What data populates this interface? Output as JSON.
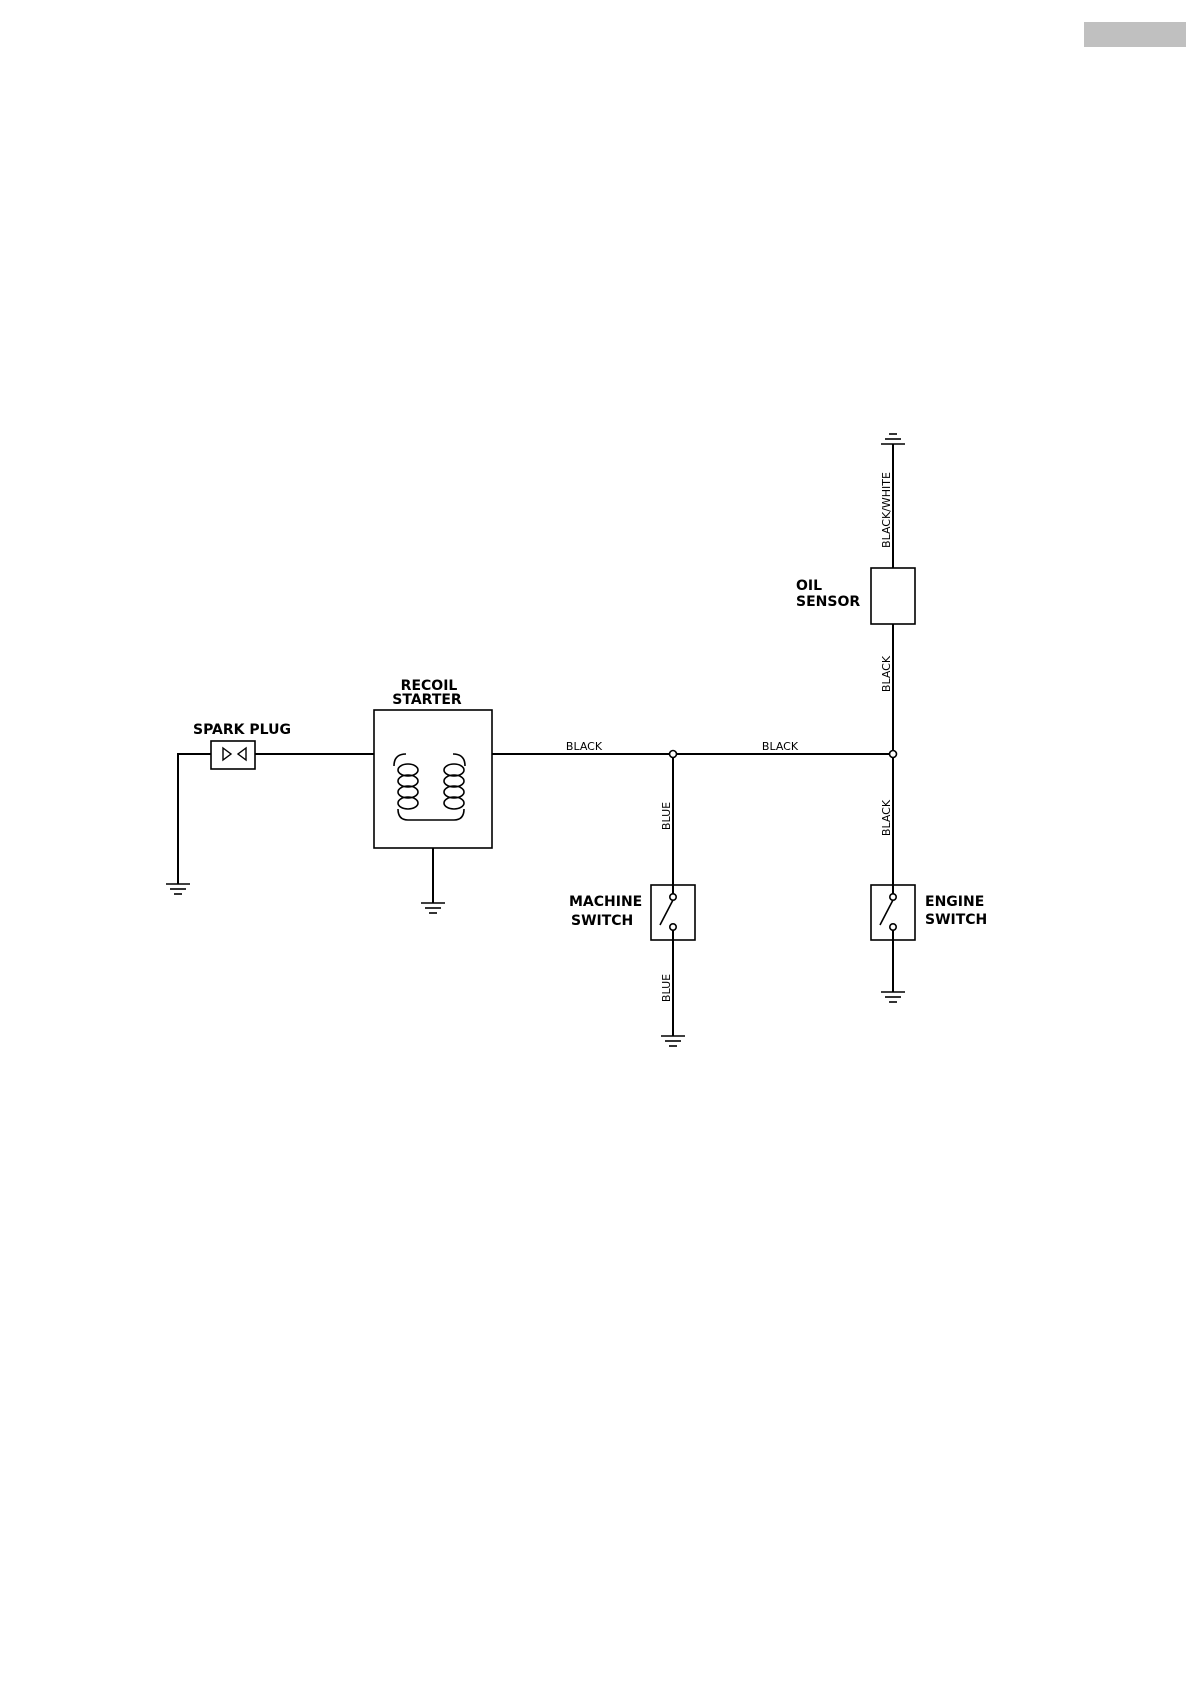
{
  "labels": {
    "spark_plug": "SPARK PLUG",
    "recoil_line1": "RECOIL",
    "recoil_line2": "STARTER",
    "oil_line1": "OIL",
    "oil_line2": "SENSOR",
    "machine_line1": "MACHINE",
    "machine_line2": "SWITCH",
    "engine_line1": "ENGINE",
    "engine_line2": "SWITCH"
  },
  "wires": {
    "black_left": "BLACK",
    "black_right": "BLACK",
    "black_white": "BLACK/WHITE",
    "black_oil": "BLACK",
    "black_engine": "BLACK",
    "blue_top": "BLUE",
    "blue_bottom": "BLUE"
  },
  "colors": {
    "line": "#000000",
    "page_tab": "#c0c0c0"
  }
}
